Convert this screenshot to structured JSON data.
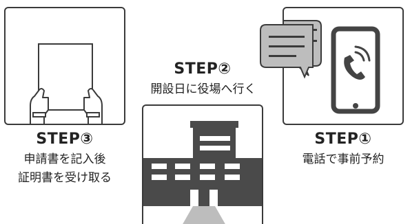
{
  "steps": [
    {
      "title": "STEP③",
      "lines": [
        "申請書を記入後",
        "証明書を受け取る"
      ]
    },
    {
      "title": "STEP②",
      "lines": [
        "開設日に役場へ行く"
      ]
    },
    {
      "title": "STEP①",
      "lines": [
        "電話で事前予約"
      ]
    }
  ],
  "colors": {
    "outline": "#3a3a3a",
    "building": "#4a4a4a",
    "phone": "#444444",
    "bubble": "#bdbdbd",
    "ground": "#bdbdbd"
  }
}
